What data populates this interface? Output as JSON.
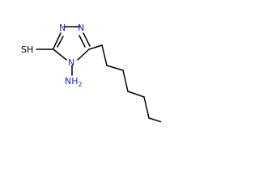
{
  "structure": {
    "atoms": [
      {
        "element": "N",
        "label": "N",
        "color": "#1f1fcf"
      },
      {
        "element": "N",
        "label": "N",
        "color": "#1f1fcf"
      },
      {
        "element": "S",
        "label": "SH",
        "color": "#000000"
      },
      {
        "element": "N",
        "label": "N",
        "color": "#1f1fcf"
      },
      {
        "element": "N",
        "label": "NH",
        "subscript": "2",
        "color": "#1f1fcf"
      }
    ]
  }
}
